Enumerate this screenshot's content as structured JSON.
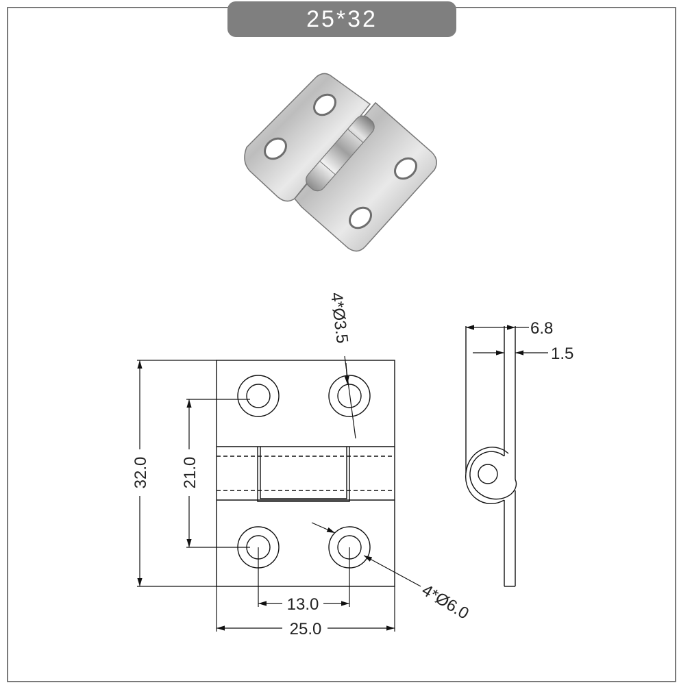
{
  "title": "25*32",
  "dimensions": {
    "height_total": "32.0",
    "hole_vertical_spacing": "21.0",
    "hole_horizontal_spacing": "13.0",
    "width_total": "25.0",
    "small_hole": "4*Ø3.5",
    "counterbore": "4*Ø6.0",
    "side_depth": "6.8",
    "thickness": "1.5"
  }
}
